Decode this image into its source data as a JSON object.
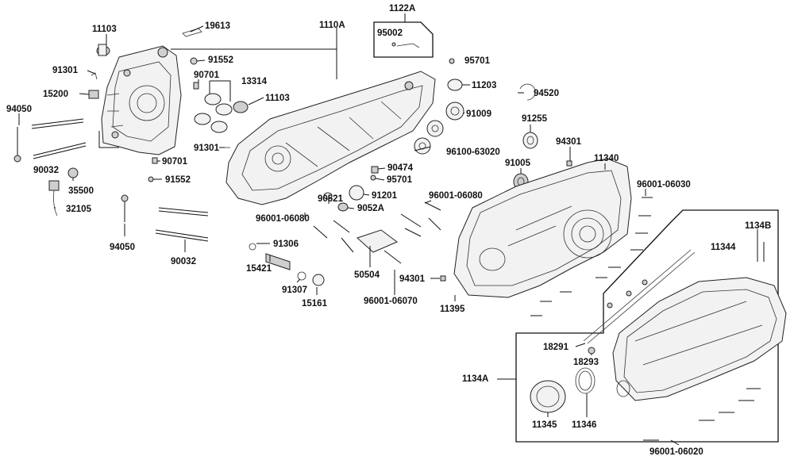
{
  "labels": {
    "l11103a": "11103",
    "l19613": "19613",
    "l1110A": "1110A",
    "l1122A": "1122A",
    "l95002": "95002",
    "l91301a": "91301",
    "l91552a": "91552",
    "l95701a": "95701",
    "l90701a": "90701",
    "l13314": "13314",
    "l15200": "15200",
    "l11203": "11203",
    "l94520": "94520",
    "l94050a": "94050",
    "l11103b": "11103",
    "l91009": "91009",
    "l91255": "91255",
    "l96100": "96100-63020",
    "l91301b": "91301",
    "l94301a": "94301",
    "l90032a": "90032",
    "l90701b": "90701",
    "l90474": "90474",
    "l91005": "91005",
    "l11340": "11340",
    "l95701b": "95701",
    "l35500": "35500",
    "l91552b": "91552",
    "l96001_06030": "96001-06030",
    "l32105": "32105",
    "l91201": "91201",
    "l96001_06080a": "96001-06080",
    "l90521": "90521",
    "l9052A": "9052A",
    "l96001_06080b": "96001-06080",
    "l1134B": "1134B",
    "l11344": "11344",
    "l94050b": "94050",
    "l90032b": "90032",
    "l91306": "91306",
    "l15421": "15421",
    "l50504": "50504",
    "l94301b": "94301",
    "l91307": "91307",
    "l15161": "15161",
    "l96001_06070": "96001-06070",
    "l11395": "11395",
    "l18291": "18291",
    "l18293": "18293",
    "l1134A": "1134A",
    "l11345": "11345",
    "l11346": "11346",
    "l96001_06020": "96001-06020"
  }
}
